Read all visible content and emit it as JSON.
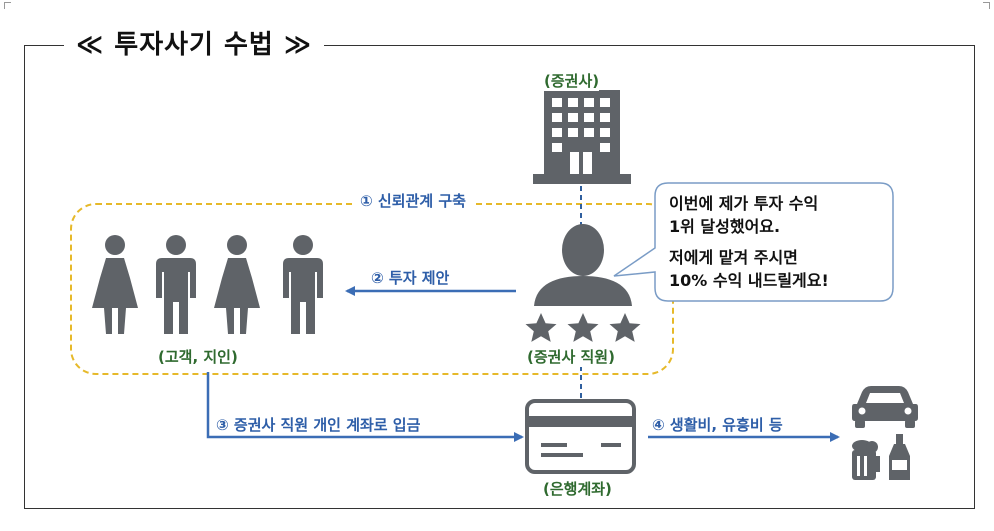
{
  "title": {
    "left_mark": "≪",
    "text": "투자사기 수법",
    "right_mark": "≫"
  },
  "nodes": {
    "company": "(증권사)",
    "customers": "(고객, 지인)",
    "employee": "(증권사 직원)",
    "bank": "(은행계좌)"
  },
  "steps": {
    "step1": "① 신뢰관계 구축",
    "step2": "② 투자 제안",
    "step3": "③ 증권사 직원 개인 계좌로 입금",
    "step4": "④ 생활비, 유흥비 등"
  },
  "speech": {
    "line1": "이번에 제가 투자 수익",
    "line2": "1위 달성했어요.",
    "line3": "저에게 맡겨 주시면",
    "line4": "10% 수익 내드릴게요!"
  },
  "colors": {
    "icon": "#5f6368",
    "label_green": "#2f6a2f",
    "label_blue": "#2e5ea8",
    "arrow": "#3b6db5",
    "dashed_box": "#e6b92a",
    "dashed_line": "#2f5f9e"
  }
}
